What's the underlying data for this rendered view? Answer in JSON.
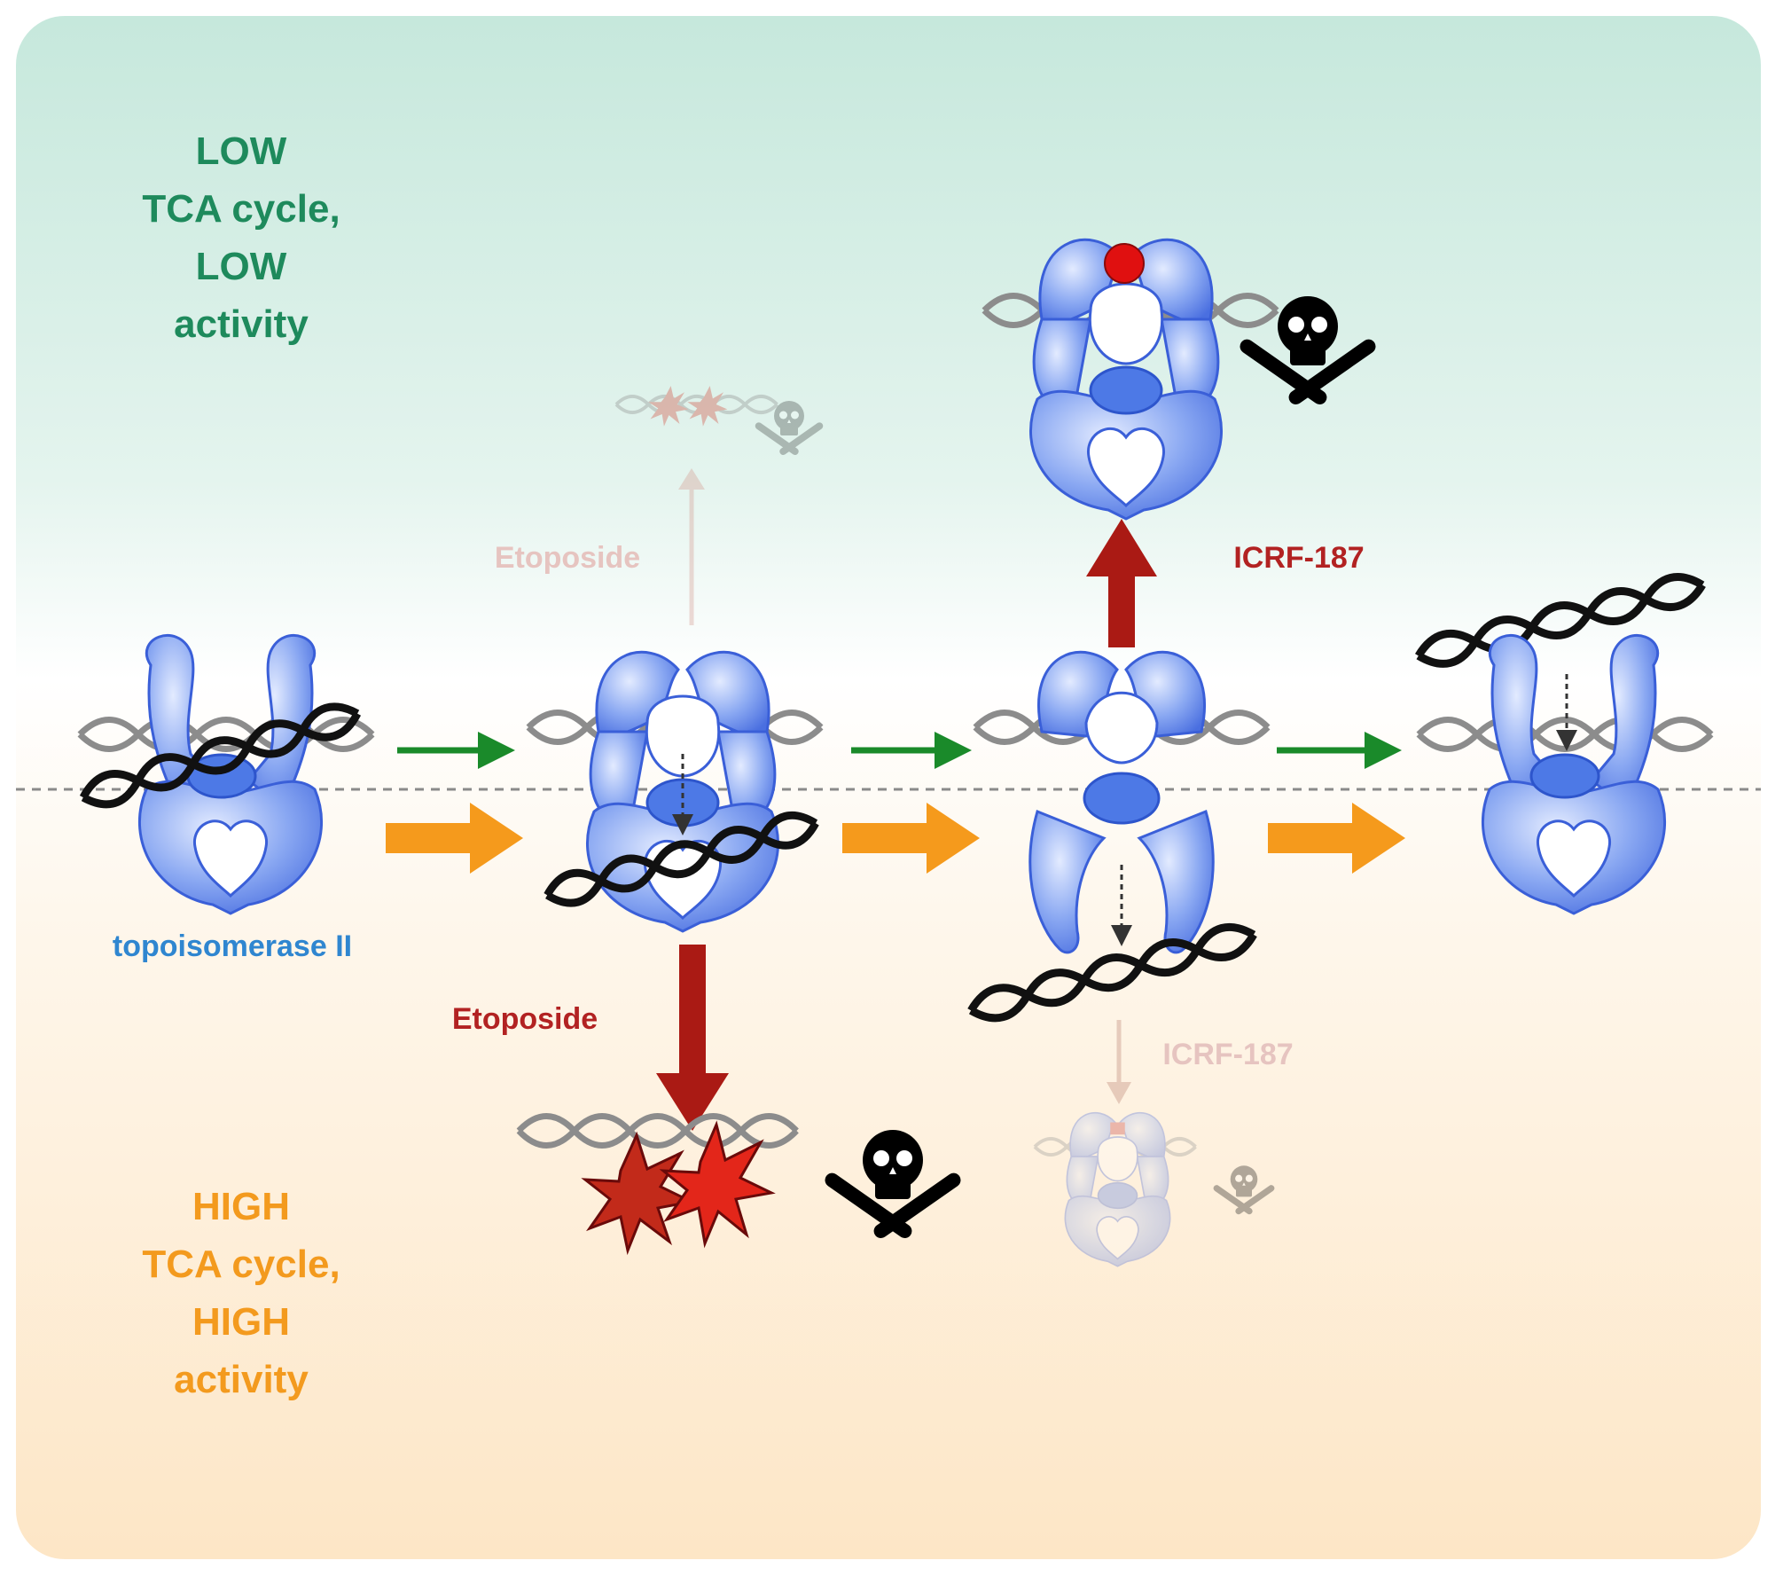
{
  "labels": {
    "low_l1": "LOW",
    "low_l2": "TCA cycle,",
    "low_l3": "LOW",
    "low_l4": "activity",
    "high_l1": "HIGH",
    "high_l2": "TCA cycle,",
    "high_l3": "HIGH",
    "high_l4": "activity",
    "enzyme": "topoisomerase II",
    "etoposide_top": "Etoposide",
    "etoposide_bottom": "Etoposide",
    "icrf_top": "ICRF-187",
    "icrf_bottom": "ICRF-187"
  },
  "colors": {
    "low_green": "#1e8a5c",
    "high_orange": "#f39a1e",
    "enzyme_blue": "#2f86d0",
    "drug_red": "#b22222",
    "faded_pink": "#e6c4c0",
    "arrow_green": "#1a8a2a",
    "arrow_orange": "#f59a1c",
    "arrow_red": "#aa1a14",
    "protein_blue": "#6d93f0",
    "protein_edge": "#3a5fd8"
  },
  "icons": [
    "topoisomerase-ii-protein",
    "dna-double-helix",
    "skull-crossbones-icon",
    "dna-break-star",
    "icrf-bound-red-dot"
  ]
}
